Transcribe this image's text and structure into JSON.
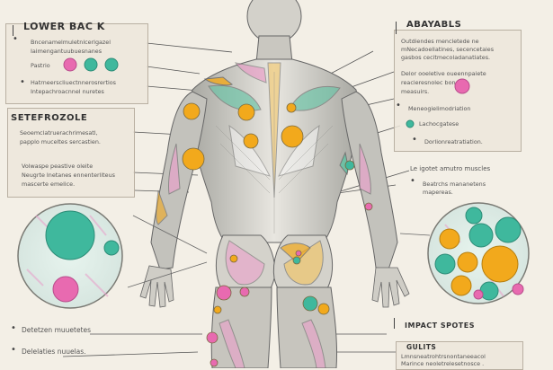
{
  "left_panel_top": {
    "heading": "LOWER BAC K",
    "lines": [
      "Bncenamelmuletnlcerlgazel",
      "Iaimengantuubuesnanes",
      "Pastrio",
      "Hatrneerscliuectnnerosrertios",
      "Intepachroacnnel nuretes"
    ]
  },
  "left_panel_mid": {
    "heading": "SETEFROZOLE",
    "lines": [
      "Seoemclatruerachrimesatl,",
      "papplo muceltes sercastien."
    ],
    "lines2": [
      "Volwaspe peastive oleite",
      "Neugrte Inetanes ennenterliteus",
      "mascerte emelice."
    ]
  },
  "left_bottom": {
    "items": [
      "Detetzen muuetetes",
      "Delelaties nuuelas."
    ]
  },
  "right_panel_top": {
    "heading": "ABAYABLS",
    "lines": [
      "Outdiendes mencletede ne",
      "mNecadoellatines, secencetaies",
      "gasbos cecitmecoladanatiates.",
      "",
      "Delor ooeletive oueennpaiete",
      "reacieresnolec    bonotes.",
      "measuirs."
    ],
    "item1": "Meneogielimodriation",
    "item2": "Lachocgatese",
    "item3": "Dorlionreatratiation."
  },
  "right_mid": {
    "lines": [
      "Le igotet amutro muscles",
      "Beatrchs mananetens",
      "mapereas."
    ]
  },
  "right_bottom": {
    "heading": "IMPACT SPOTES",
    "sub_heading": "GULITS",
    "lines": [
      "Lmnsneatrohtrsnontaneeacol",
      "Marince neoletrelesetnosce ."
    ]
  },
  "colors": {
    "teal": "#3fb89d",
    "pink": "#e86ab0",
    "orange": "#f2a91c",
    "panel": "#ece6da",
    "border": "#b9b0a2",
    "muscle": "#bdbdb8",
    "skin": "#d8d6cf"
  }
}
